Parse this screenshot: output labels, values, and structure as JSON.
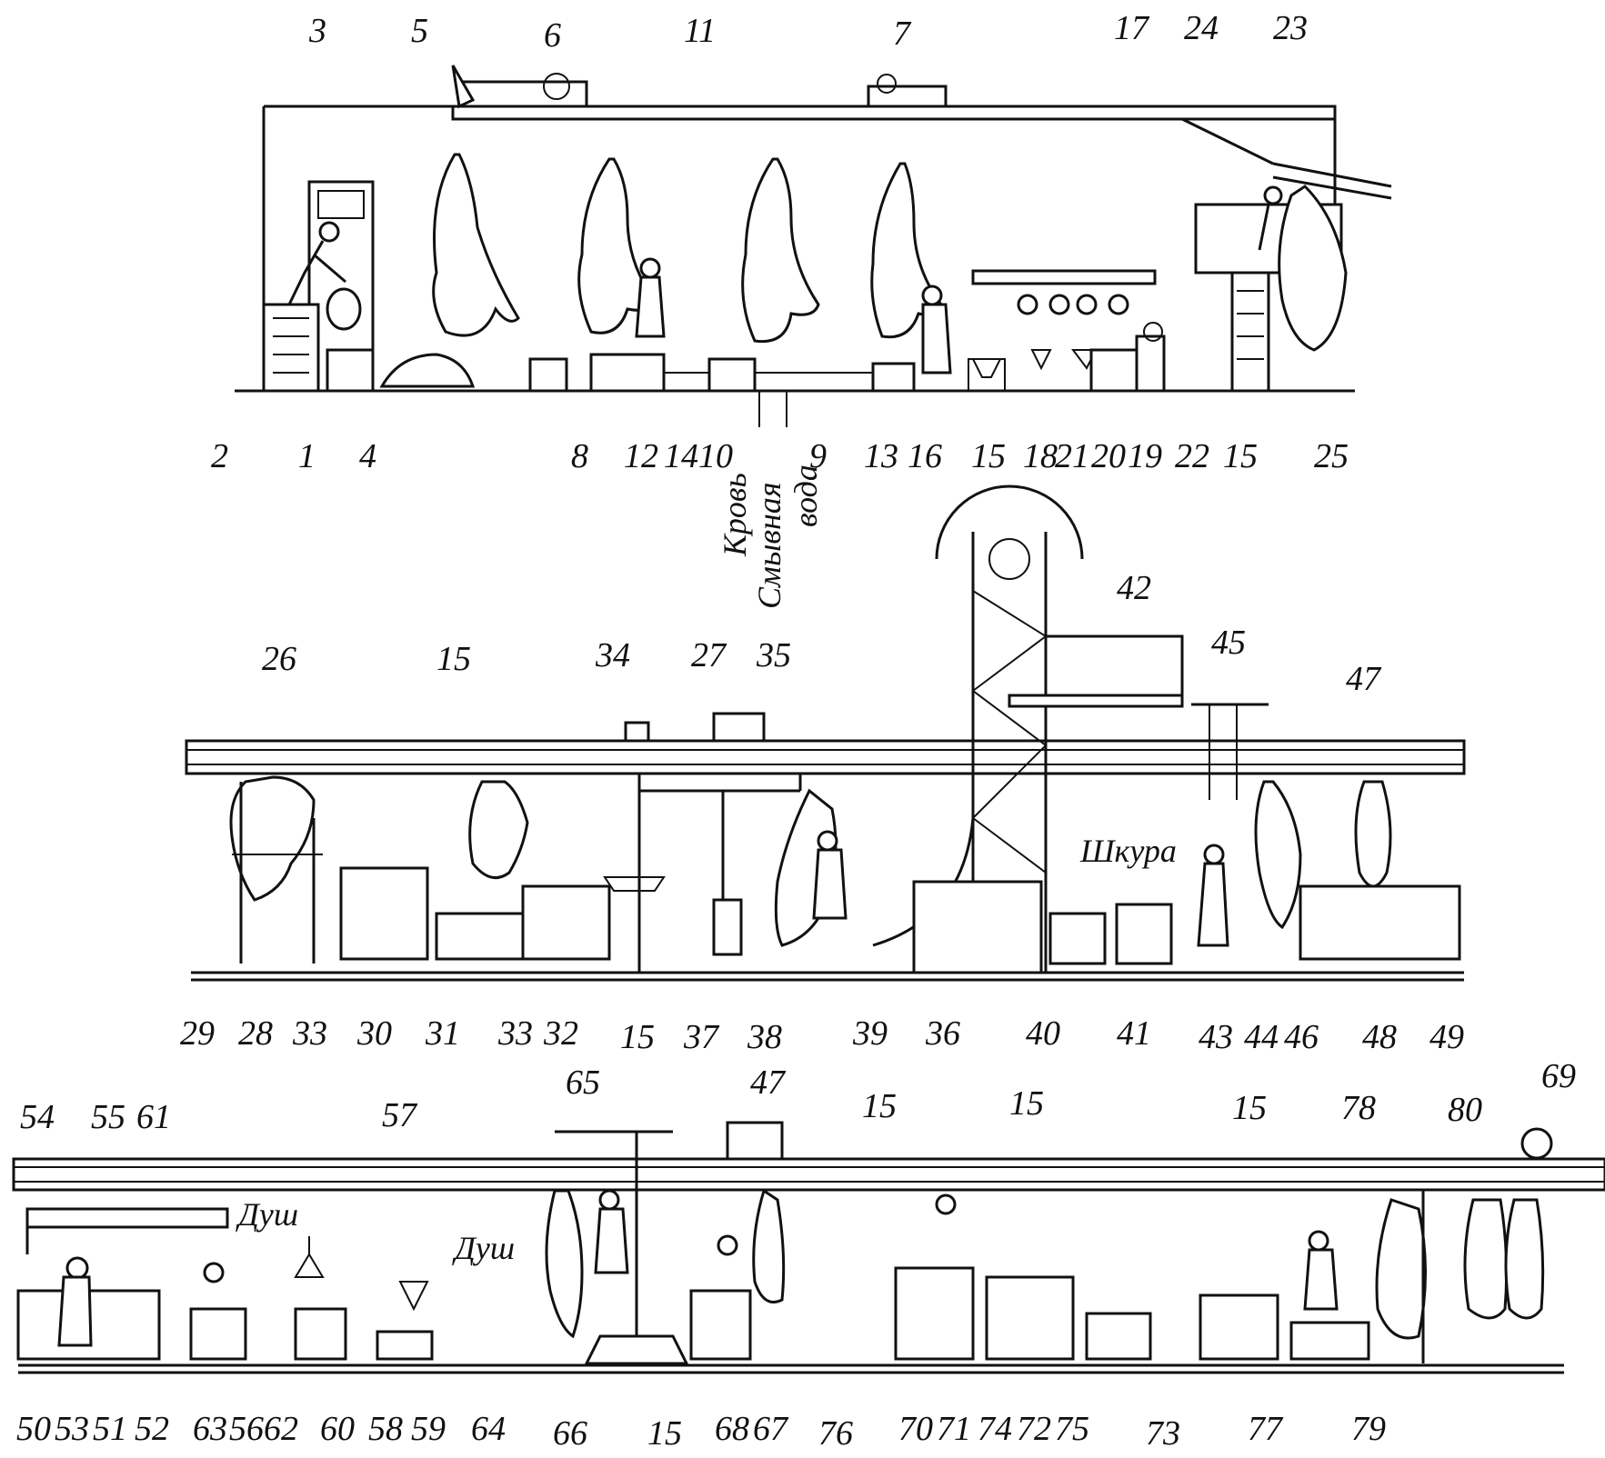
{
  "labels": {
    "n1": "1",
    "n2": "2",
    "n3": "3",
    "n4": "4",
    "n5": "5",
    "n6": "6",
    "n7": "7",
    "n8": "8",
    "n9": "9",
    "n10": "10",
    "n11": "11",
    "n12": "12",
    "n13": "13",
    "n14": "14",
    "n16": "16",
    "n17": "17",
    "n18": "18",
    "n19": "19",
    "n20": "20",
    "n21": "21",
    "n22": "22",
    "n23": "23",
    "n24": "24",
    "n25": "25",
    "n26": "26",
    "n27": "27",
    "n28": "28",
    "n29": "29",
    "n30": "30",
    "n31": "31",
    "n32": "32",
    "n33": "33",
    "n34": "34",
    "n35": "35",
    "n36": "36",
    "n37": "37",
    "n38": "38",
    "n39": "39",
    "n40": "40",
    "n41": "41",
    "n42": "42",
    "n43": "43",
    "n44": "44",
    "n45": "45",
    "n46": "46",
    "n47": "47",
    "n48": "48",
    "n49": "49",
    "n50": "50",
    "n51": "51",
    "n52": "52",
    "n53": "53",
    "n54": "54",
    "n55": "55",
    "n56": "56",
    "n57": "57",
    "n58": "58",
    "n59": "59",
    "n60": "60",
    "n61": "61",
    "n62": "62",
    "n63": "63",
    "n64": "64",
    "n65": "65",
    "n66": "66",
    "n67": "67",
    "n68": "68",
    "n69": "69",
    "n70": "70",
    "n71": "71",
    "n72": "72",
    "n73": "73",
    "n74": "74",
    "n75": "75",
    "n76": "76",
    "n77": "77",
    "n78": "78",
    "n79": "79",
    "n80": "80",
    "n15": "15"
  },
  "words": {
    "blood": "Кровь",
    "wash_water_1": "Смывная",
    "wash_water_2": "вода",
    "hide": "Шкура",
    "shower": "Душ"
  }
}
